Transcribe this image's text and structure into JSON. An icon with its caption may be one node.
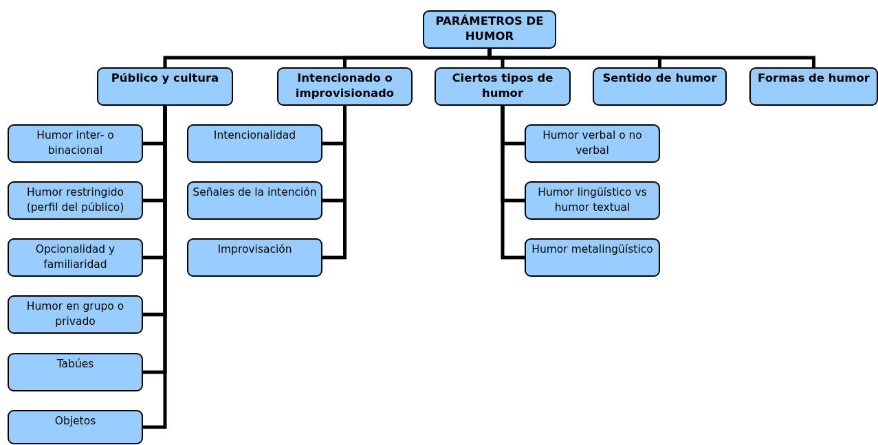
{
  "diagram": {
    "nodes": [
      {
        "text": [
          "PARÁMETROS DE HUMOR"
        ]
      },
      {
        "text": [
          "Público y cultura"
        ]
      },
      {
        "text": [
          "Intencionado o improvisionado"
        ]
      },
      {
        "text": [
          "Ciertos tipos de humor"
        ]
      },
      {
        "text": [
          "Sentido de humor"
        ]
      },
      {
        "text": [
          "Formas de humor"
        ]
      },
      {
        "text": [
          "Humor inter- o binacional"
        ]
      },
      {
        "text": [
          "Humor restringido (perfil del público)"
        ]
      },
      {
        "text": [
          "Opcionalidad y familiaridad"
        ]
      },
      {
        "text": [
          "Humor en grupo o privado"
        ]
      },
      {
        "text": [
          "Tabúes"
        ]
      },
      {
        "text": [
          "Objetos"
        ]
      },
      {
        "text": [
          "Intencionalidad"
        ]
      },
      {
        "text": [
          "Señales de la intención"
        ]
      },
      {
        "text": [
          "Improvisación"
        ]
      },
      {
        "text": [
          "Humor verbal o no verbal"
        ]
      },
      {
        "text": [
          "Humor lingüístico vs humor textual"
        ]
      },
      {
        "text": [
          "Humor metalingüístico"
        ]
      }
    ],
    "edges": [
      {
        "from": 0,
        "to": 1,
        "arrow": "none"
      },
      {
        "from": 0,
        "to": 2,
        "arrow": "none"
      },
      {
        "from": 0,
        "to": 3,
        "arrow": "none"
      },
      {
        "from": 0,
        "to": 4,
        "arrow": "none"
      },
      {
        "from": 0,
        "to": 5,
        "arrow": "none"
      },
      {
        "from": 1,
        "to": 6,
        "arrow": "none"
      },
      {
        "from": 1,
        "to": 7,
        "arrow": "none"
      },
      {
        "from": 1,
        "to": 8,
        "arrow": "none"
      },
      {
        "from": 1,
        "to": 9,
        "arrow": "none"
      },
      {
        "from": 1,
        "to": 10,
        "arrow": "none"
      },
      {
        "from": 1,
        "to": 11,
        "arrow": "none"
      },
      {
        "from": 2,
        "to": 12,
        "arrow": "none"
      },
      {
        "from": 2,
        "to": 13,
        "arrow": "none"
      },
      {
        "from": 2,
        "to": 14,
        "arrow": "none"
      },
      {
        "from": 3,
        "to": 15,
        "arrow": "none"
      },
      {
        "from": 3,
        "to": 16,
        "arrow": "none"
      },
      {
        "from": 3,
        "to": 17,
        "arrow": "none"
      }
    ]
  }
}
